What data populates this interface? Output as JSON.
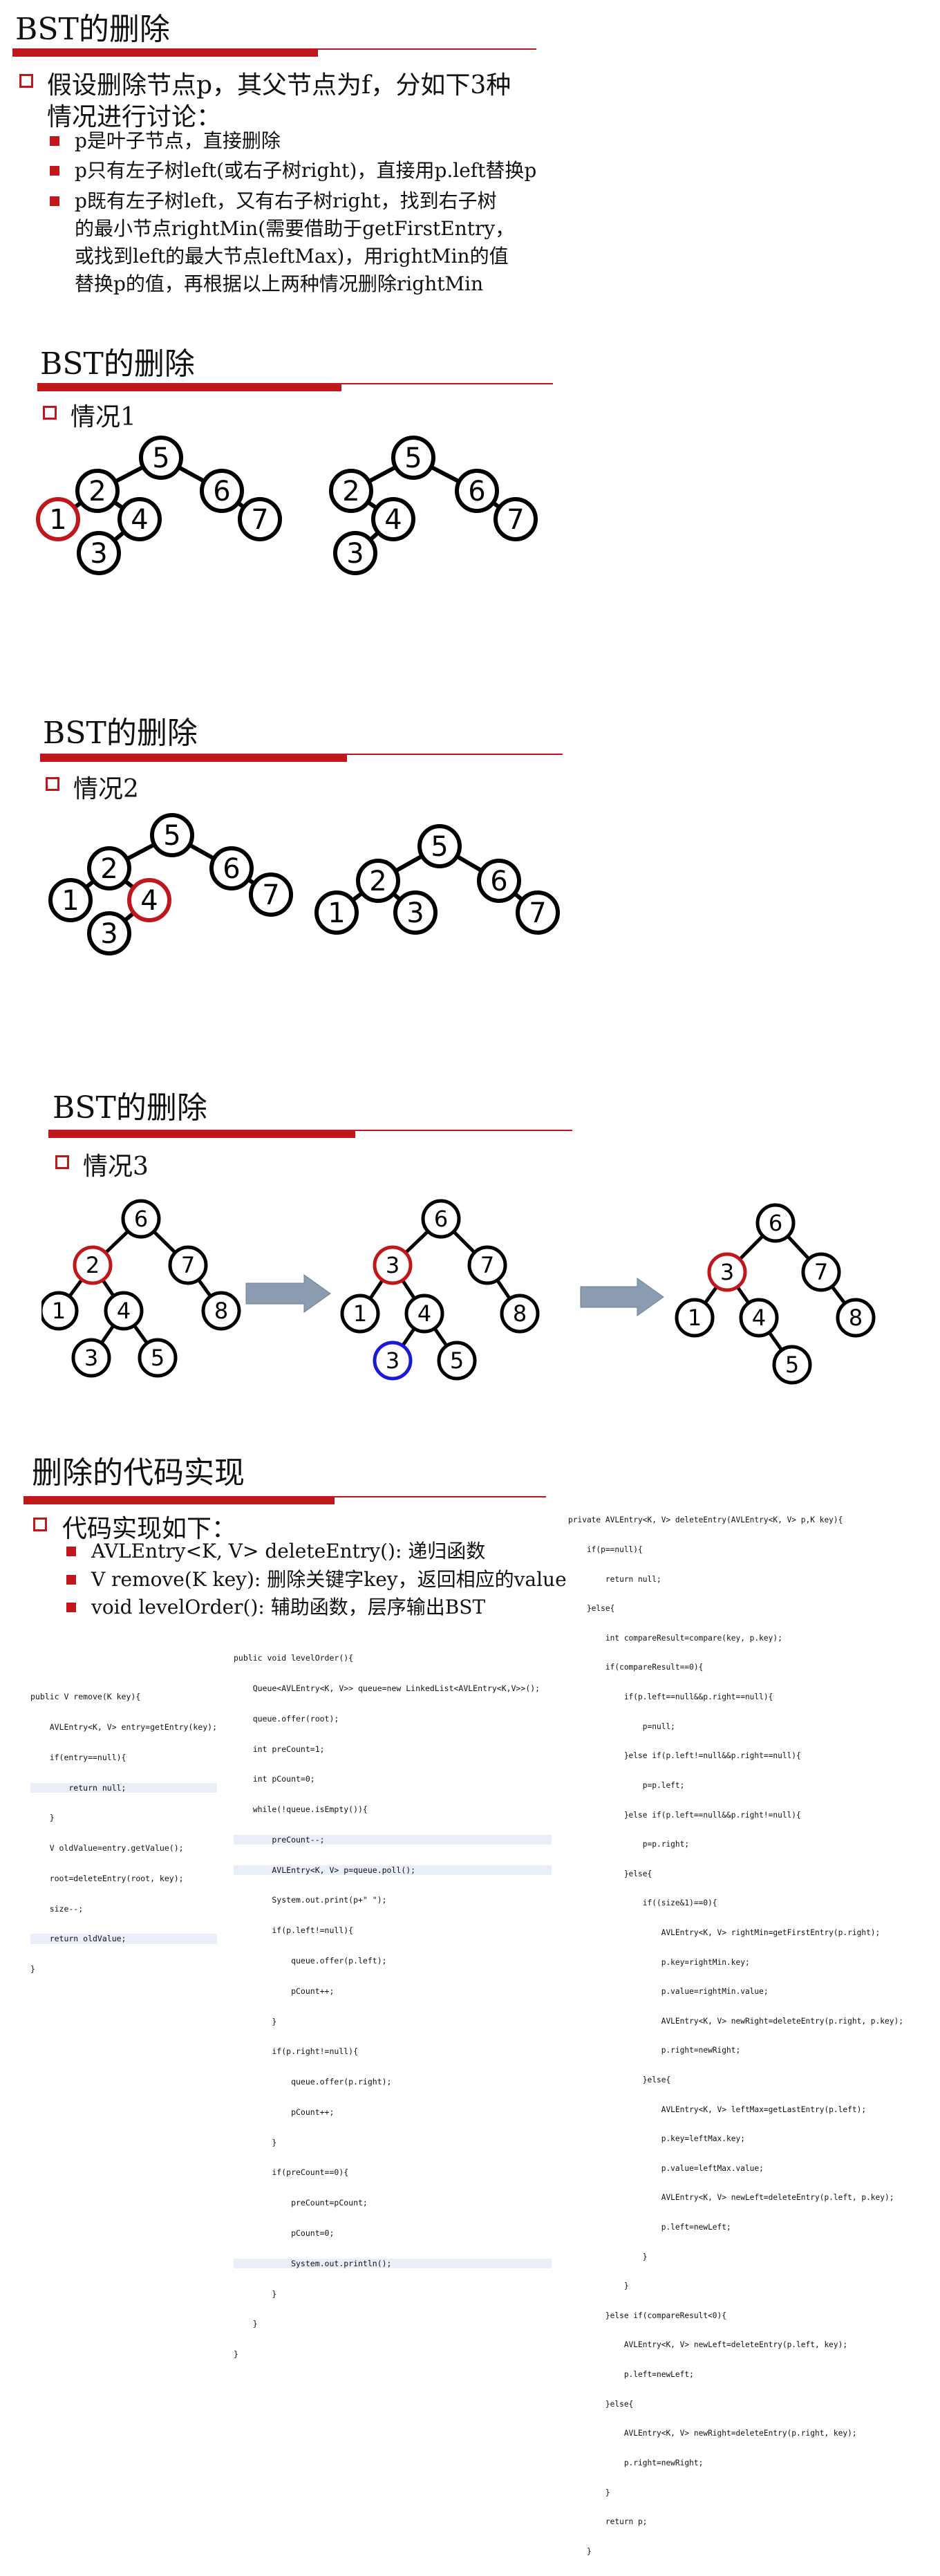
{
  "slide1": {
    "title": "BST的删除",
    "intro_l1": "假设删除节点p，其父节点为f，分如下3种",
    "intro_l2": "情况进行讨论：",
    "bullets": [
      "p是叶子节点，直接删除",
      "p只有左子树left(或右子树right)，直接用p.left替换p",
      "p既有左子树left，又有右子树right，找到右子树",
      "的最小节点rightMin(需要借助于getFirstEntry，",
      "或找到left的最大节点leftMax)，用rightMin的值",
      "替换p的值，再根据以上两种情况删除rightMin"
    ]
  },
  "slide2": {
    "title": "BST的删除",
    "case": "情况1"
  },
  "slide3": {
    "title": "BST的删除",
    "case": "情况2"
  },
  "slide4": {
    "title": "BST的删除",
    "case": "情况3"
  },
  "slide5": {
    "title": "删除的代码实现",
    "heading": "代码实现如下：",
    "bullets": [
      "AVLEntry<K, V> deleteEntry(): 递归函数",
      "V remove(K key): 删除关键字key，返回相应的value",
      "void levelOrder(): 辅助函数，层序输出BST"
    ]
  },
  "trees": {
    "n1": "1",
    "n2": "2",
    "n3": "3",
    "n4": "4",
    "n5": "5",
    "n6": "6",
    "n7": "7",
    "n8": "8"
  },
  "colors": {
    "accent": "#c0171d",
    "highlight_blue": "#1a1ad6",
    "arrow": "#8b9bb0"
  },
  "code_remove": [
    "public V remove(K key){",
    "    AVLEntry<K, V> entry=getEntry(key);",
    "    if(entry==null){",
    "        return null;",
    "    }",
    "    V oldValue=entry.getValue();",
    "    root=deleteEntry(root, key);",
    "    size--;",
    "    return oldValue;",
    "}"
  ],
  "code_level": [
    "public void levelOrder(){",
    "    Queue<AVLEntry<K, V>> queue=new LinkedList<AVLEntry<K,V>>();",
    "    queue.offer(root);",
    "    int preCount=1;",
    "    int pCount=0;",
    "    while(!queue.isEmpty()){",
    "        preCount--;",
    "        AVLEntry<K, V> p=queue.poll();",
    "        System.out.print(p+\" \");",
    "        if(p.left!=null){",
    "            queue.offer(p.left);",
    "            pCount++;",
    "        }",
    "        if(p.right!=null){",
    "            queue.offer(p.right);",
    "            pCount++;",
    "        }",
    "        if(preCount==0){",
    "            preCount=pCount;",
    "            pCount=0;",
    "            System.out.println();",
    "        }",
    "    }",
    "}"
  ],
  "code_delete": [
    "private AVLEntry<K, V> deleteEntry(AVLEntry<K, V> p,K key){",
    "    if(p==null){",
    "        return null;",
    "    }else{",
    "        int compareResult=compare(key, p.key);",
    "        if(compareResult==0){",
    "            if(p.left==null&&p.right==null){",
    "                p=null;",
    "            }else if(p.left!=null&&p.right==null){",
    "                p=p.left;",
    "            }else if(p.left==null&&p.right!=null){",
    "                p=p.right;",
    "            }else{",
    "                if((size&1)==0){",
    "                    AVLEntry<K, V> rightMin=getFirstEntry(p.right);",
    "                    p.key=rightMin.key;",
    "                    p.value=rightMin.value;",
    "                    AVLEntry<K, V> newRight=deleteEntry(p.right, p.key);",
    "                    p.right=newRight;",
    "                }else{",
    "                    AVLEntry<K, V> leftMax=getLastEntry(p.left);",
    "                    p.key=leftMax.key;",
    "                    p.value=leftMax.value;",
    "                    AVLEntry<K, V> newLeft=deleteEntry(p.left, p.key);",
    "                    p.left=newLeft;",
    "                }",
    "            }",
    "        }else if(compareResult<0){",
    "            AVLEntry<K, V> newLeft=deleteEntry(p.left, key);",
    "            p.left=newLeft;",
    "        }else{",
    "            AVLEntry<K, V> newRight=deleteEntry(p.right, key);",
    "            p.right=newRight;",
    "        }",
    "        return p;",
    "    }",
    "}"
  ]
}
